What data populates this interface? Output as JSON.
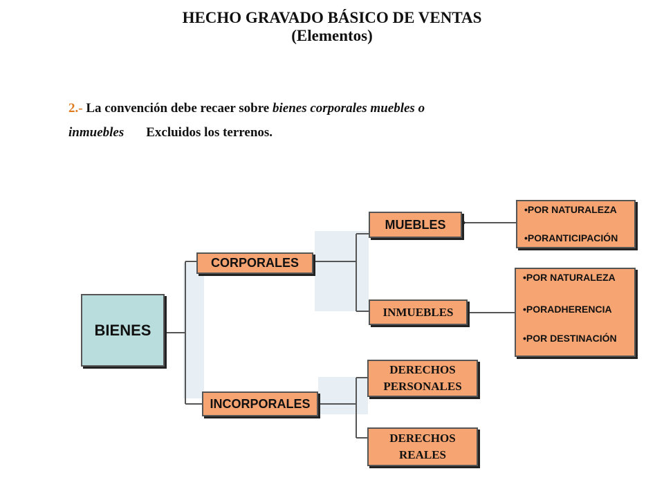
{
  "title": {
    "main": "HECHO GRAVADO BÁSICO DE VENTAS",
    "sub": "(Elementos)"
  },
  "paragraph": {
    "number": "2.-",
    "text_before": " La convención debe recaer sobre ",
    "emphasis_1": "bienes corporales muebles o",
    "emphasis_2": "inmuebles",
    "text_after": "Excluidos los terrenos."
  },
  "diagram": {
    "root": "BIENES",
    "corporales": "CORPORALES",
    "incorporales": "INCORPORALES",
    "muebles": "MUEBLES",
    "inmuebles": "INMUEBLES",
    "derechos_personales": [
      "DERECHOS",
      "PERSONALES"
    ],
    "derechos_reales": [
      "DERECHOS",
      "REALES"
    ],
    "muebles_items": [
      "•POR NATURALEZA",
      "•PORANTICIPACIÓN"
    ],
    "inmuebles_items": [
      "•POR NATURALEZA",
      "•PORADHERENCIA",
      "•POR DESTINACIÓN"
    ]
  },
  "colors": {
    "box_orange": "#f6a472",
    "box_blue": "#b9dcdd",
    "number_orange": "#e07a1f",
    "connector": "#555555",
    "watermark": "#e4ecf3"
  }
}
